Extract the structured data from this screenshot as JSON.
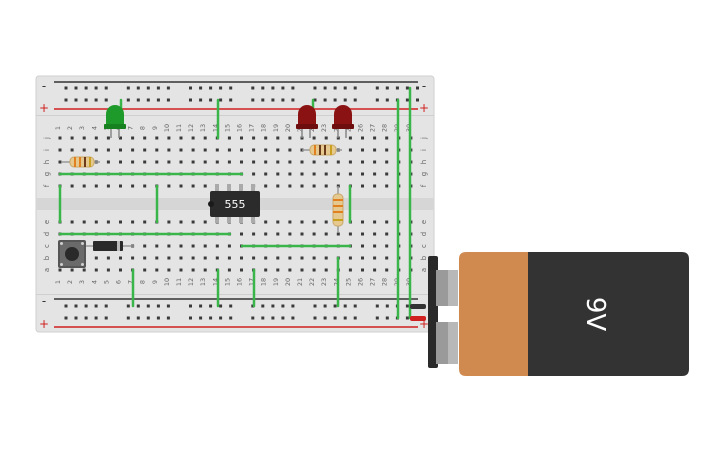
{
  "breadboard": {
    "rail_minus_label": "-",
    "rail_plus_label": "+",
    "column_numbers": [
      "1",
      "2",
      "3",
      "4",
      "5",
      "6",
      "7",
      "8",
      "9",
      "10",
      "11",
      "12",
      "13",
      "14",
      "15",
      "16",
      "17",
      "18",
      "19",
      "20",
      "21",
      "22",
      "23",
      "24",
      "25",
      "26",
      "27",
      "28",
      "29",
      "30"
    ],
    "row_letters_top": [
      "j",
      "i",
      "h",
      "g",
      "f"
    ],
    "row_letters_bottom": [
      "e",
      "d",
      "c",
      "b",
      "a"
    ]
  },
  "ic": {
    "label": "555",
    "color": "#2b2b2b"
  },
  "battery": {
    "label": "9V",
    "cap_color": "#d08a50",
    "body_color": "#333333"
  },
  "components": {
    "leds": [
      {
        "name": "led-green",
        "color": "#1e9a2a"
      },
      {
        "name": "led-red-1",
        "color": "#8b1212"
      },
      {
        "name": "led-red-2",
        "color": "#8b1212"
      }
    ],
    "resistor_color": "#e6c98f",
    "diode_color": "#2a2a2a",
    "button_color": "#555555"
  },
  "colors": {
    "wire": "#3ab54a",
    "board": "#e6e6e6",
    "rail_red": "#d02020",
    "rail_black": "#333333"
  }
}
